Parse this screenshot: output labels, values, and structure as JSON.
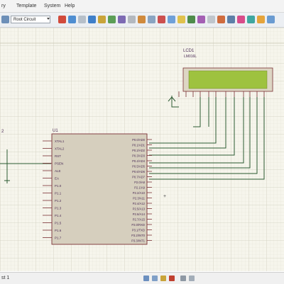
{
  "menu": {
    "items": [
      "ry",
      "Template",
      "System",
      "Help"
    ]
  },
  "toolbar": {
    "style_select_value": "Root Circuit"
  },
  "schematic": {
    "lcd": {
      "ref": "LCD1",
      "part": "LM016L"
    },
    "mcu": {
      "ref": "U1",
      "left_pins": [
        "XTAL1",
        "XTAL2",
        "RST",
        "PSEN",
        "ALE",
        "EA",
        "P1.0",
        "P1.1",
        "P1.2",
        "P1.3",
        "P1.4",
        "P1.5",
        "P1.6",
        "P1.7"
      ],
      "right_pins": [
        "P0.0/AD0",
        "P0.1/AD1",
        "P0.2/AD2",
        "P0.3/AD3",
        "P0.4/AD4",
        "P0.5/AD5",
        "P0.6/AD6",
        "P0.7/AD7",
        "P2.0/A8",
        "P2.1/A9",
        "P2.2/A10",
        "P2.3/A11",
        "P2.4/A12",
        "P2.5/A13",
        "P2.6/A14",
        "P2.7/A15",
        "P3.0/RXD",
        "P3.1/TXD",
        "P3.2/INT0",
        "P3.3/INT1"
      ]
    },
    "left_label": "2"
  },
  "status": {
    "text": "st 1"
  },
  "colors": {
    "grid_minor": "#e6e5d8",
    "grid_major": "#cfcdbd",
    "component_fill": "#d6cfbe",
    "component_stroke": "#7a2f34",
    "wire": "#2c5a32",
    "lcd_screen": "#9ec23f",
    "pin_label": "#4a2b55"
  }
}
